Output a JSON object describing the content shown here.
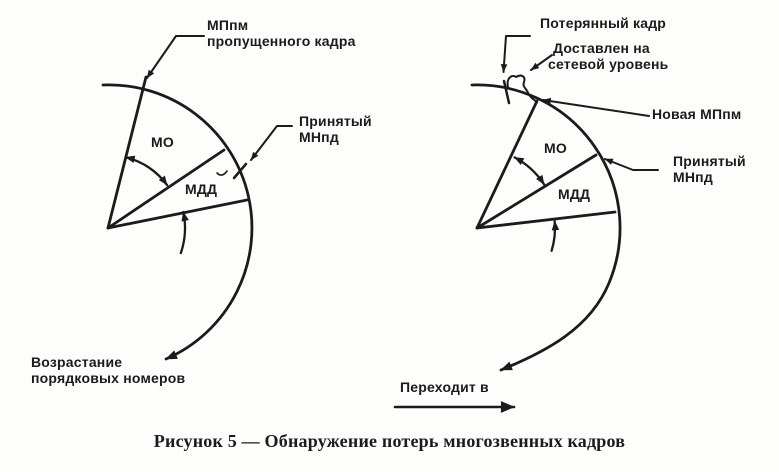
{
  "figure": {
    "caption": "Рисунок 5 — Обнаружение потерь многозвенных кадров"
  },
  "colors": {
    "ink": "#1b1b1b",
    "background": "#fdfdfc"
  },
  "left_diagram": {
    "missed_frame": [
      "МПпм",
      "пропущенного кадра"
    ],
    "mo": "МО",
    "mdd": "МДД",
    "received": [
      "Принятый",
      "МНпд"
    ],
    "increase": [
      "Возрастание",
      "порядковых номеров"
    ]
  },
  "right_diagram": {
    "lost_frame": "Потерянный кадр",
    "delivered": [
      "Доставлен на",
      "сетевой уровень"
    ],
    "new_mppm": "Новая МПпм",
    "mo": "МО",
    "mdd": "МДД",
    "received": [
      "Принятый",
      "МНпд"
    ],
    "transition": "Переходит в"
  }
}
